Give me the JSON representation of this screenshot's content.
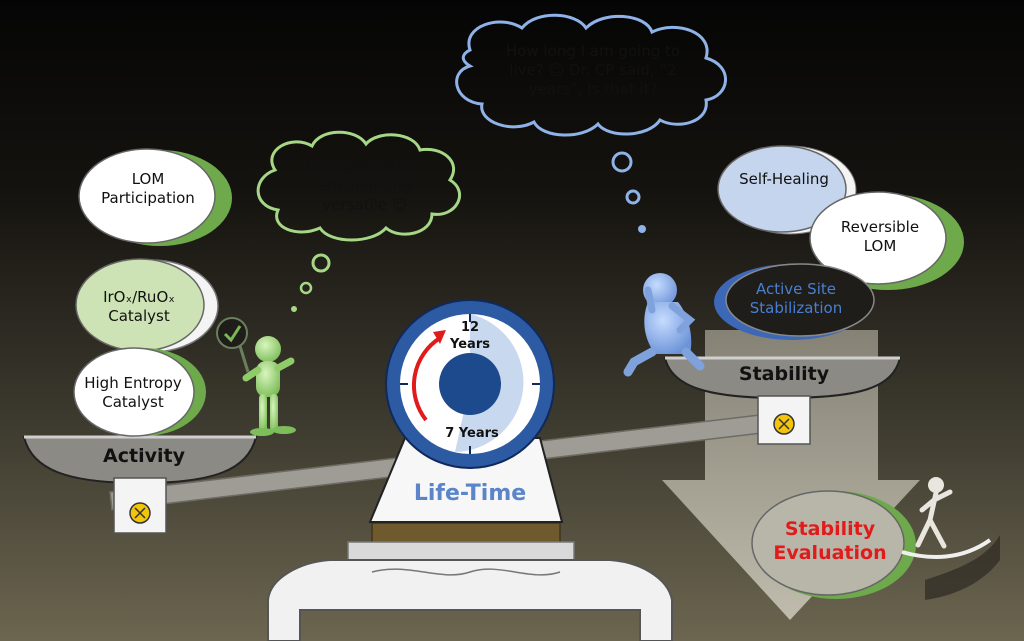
{
  "thought_bubbles": {
    "green": "I am affordable, efficient and versatile ☺",
    "blue": "How long I am going to live? ☺ Dr. CP said, “2 years”, Is that it?"
  },
  "left_pan": {
    "label": "Activity",
    "items": [
      {
        "label": "LOM Participation"
      },
      {
        "label": "IrOₓ/RuOₓ Catalyst"
      },
      {
        "label": "High Entropy Catalyst"
      }
    ]
  },
  "right_pan": {
    "label": "Stability",
    "items": [
      {
        "label": "Self-Healing"
      },
      {
        "label": "Reversible LOM"
      },
      {
        "label": "Active Site Stabilization"
      }
    ]
  },
  "gauge": {
    "top_value": "12",
    "top_unit": "Years",
    "bottom_label": "7 Years"
  },
  "base_label": "Life-Time",
  "evaluation_label": "Stability Evaluation",
  "colors": {
    "accent_blue": "#5b84c9",
    "gauge_dark_blue": "#1d4a8c",
    "accent_green": "#7cb757",
    "evaluation_red": "#e11b1b",
    "active_site_text": "#4a7fd0"
  }
}
